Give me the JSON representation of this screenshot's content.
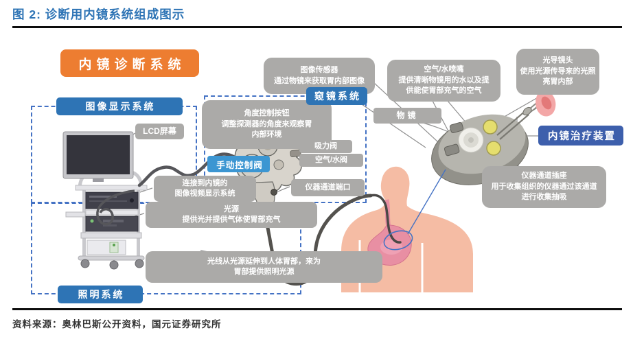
{
  "figure": {
    "title": "图 2: 诊断用内镜系统组成图示",
    "source": "资料来源：奥林巴斯公开资料，国元证券研究所"
  },
  "system": {
    "main_label": "内镜诊断系统"
  },
  "sections": {
    "display": "图像显示系统",
    "scope": "窥镜系统",
    "lighting": "照明系统",
    "treatment": "内镜治疗装置"
  },
  "labels": {
    "lcd": "LCD屏幕",
    "manual_valve": "手动控制阀",
    "suction_valve": "吸力阀",
    "air_water_valve": "空气/水阀",
    "instrument_port": "仪器通道端口",
    "objective": "物镜"
  },
  "callouts": {
    "image_sensor": {
      "l1": "图像传感器",
      "l2": "通过物镜来获取胃内部图像"
    },
    "angle_knob": {
      "l1": "角度控制按钮",
      "l2": "调整探测器的角度来观察胃",
      "l3": "内部环境"
    },
    "video_center": {
      "l1": "连接到内镜的",
      "l2": "图像视频显示系统"
    },
    "light_source": {
      "l1": "光源",
      "l2": "提供光并提供气体使胃部充气"
    },
    "light_cable": {
      "l1": "光线从光源延伸到人体胃部，来为",
      "l2": "胃部提供照明光源"
    },
    "nozzle": {
      "l1": "空气/水喷嘴",
      "l2": "提供清晰物镜用的水以及提",
      "l3": "供能使胃部充气的空气"
    },
    "light_guide": {
      "l1": "光导镜头",
      "l2": "使用光源传导来的光照",
      "l3": "亮胃内部"
    },
    "instrument_socket": {
      "l1": "仪器通道插座",
      "l2": "用于收集组织的仪器通过该通道",
      "l3": "进行收集抽吸"
    }
  },
  "colors": {
    "accent_orange": "#ED7D31",
    "accent_blue": "#2E74B5",
    "treatment_blue": "#3D5FAC",
    "valve_blue": "#3C96D2",
    "callout_gray": "#ABAAA8",
    "dashed_border": "#4472C4"
  }
}
